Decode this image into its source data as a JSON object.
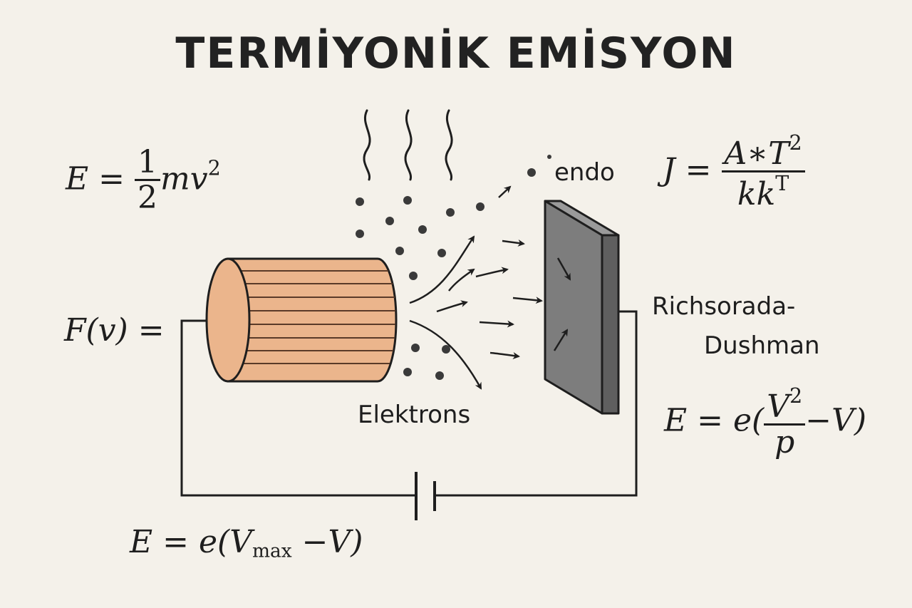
{
  "title": "TERMİYONİK EMİSYON",
  "labels": {
    "electrons": "Elektrons",
    "endo": "endo",
    "richardson_1": "Richsorada-",
    "richardson_2": "Dushman"
  },
  "equations": {
    "kinetic": {
      "lhs": "E",
      "eq": "=",
      "num": "1",
      "den": "2",
      "rest": "mv",
      "exp": "2"
    },
    "current": {
      "lhs": "J",
      "eq": "=",
      "num_a": "A∗T",
      "num_exp": "2",
      "den_a": "kk",
      "den_exp": "T"
    },
    "distribution": {
      "text": "F(v) ="
    },
    "energy_vp": {
      "lhs": "E",
      "eq": "=",
      "pre": "e(",
      "num_a": "V",
      "num_exp": "2",
      "den": "p",
      "post": "−V)"
    },
    "energy_max": {
      "lhs": "E",
      "eq": "=",
      "pre": "e(V",
      "sub": "max",
      "post": " −V)"
    }
  },
  "colors": {
    "background": "#f4f1ea",
    "cathode_fill": "#ebb58c",
    "anode_front": "#7d7d7d",
    "anode_side": "#5f5f5f",
    "ink": "#1e1e1e"
  }
}
